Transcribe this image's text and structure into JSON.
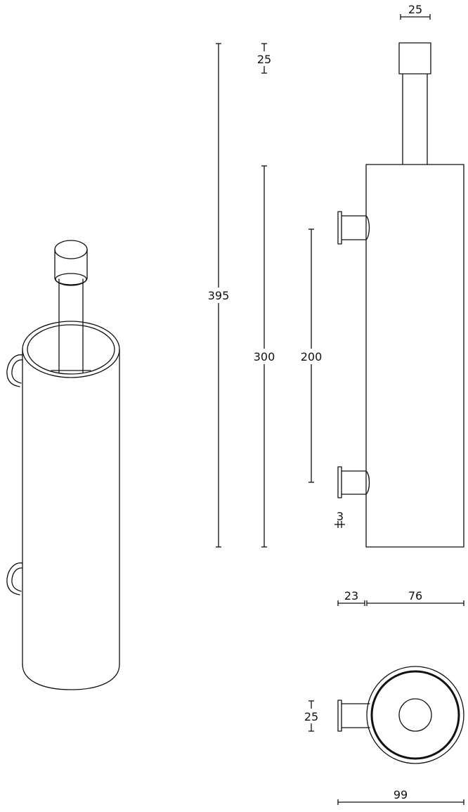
{
  "colors": {
    "ink": "#111111",
    "paper": "#ffffff"
  },
  "dimensions": {
    "cap_width_top": "25",
    "cap_height": "25",
    "total_height": "395",
    "body_height": "300",
    "bracket_spacing": "200",
    "wall_gap": "3",
    "bracket_depth": "23",
    "body_diameter": "76",
    "bracket_diameter": "25",
    "total_depth": "99"
  }
}
